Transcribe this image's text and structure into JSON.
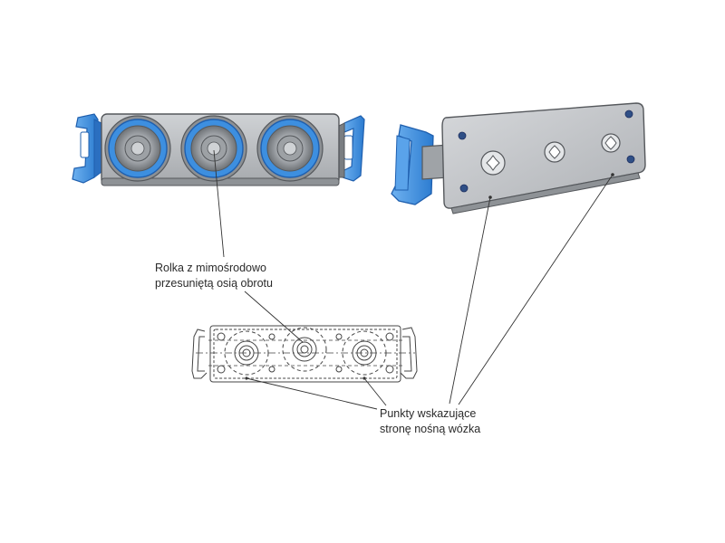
{
  "callouts": {
    "roller": {
      "line1": "Rolka z mimośrodowo",
      "line2": "przesuniętą osią obrotu"
    },
    "points": {
      "line1": "Punkty wskazujące",
      "line2": "stronę nośną wózka"
    }
  },
  "colors": {
    "plate": "#b9bcc0",
    "plate_edge": "#55585c",
    "blue_part": "#3d8fe0",
    "blue_dark": "#1f5fae",
    "leader": "#333333",
    "drawing_line": "#444444"
  }
}
